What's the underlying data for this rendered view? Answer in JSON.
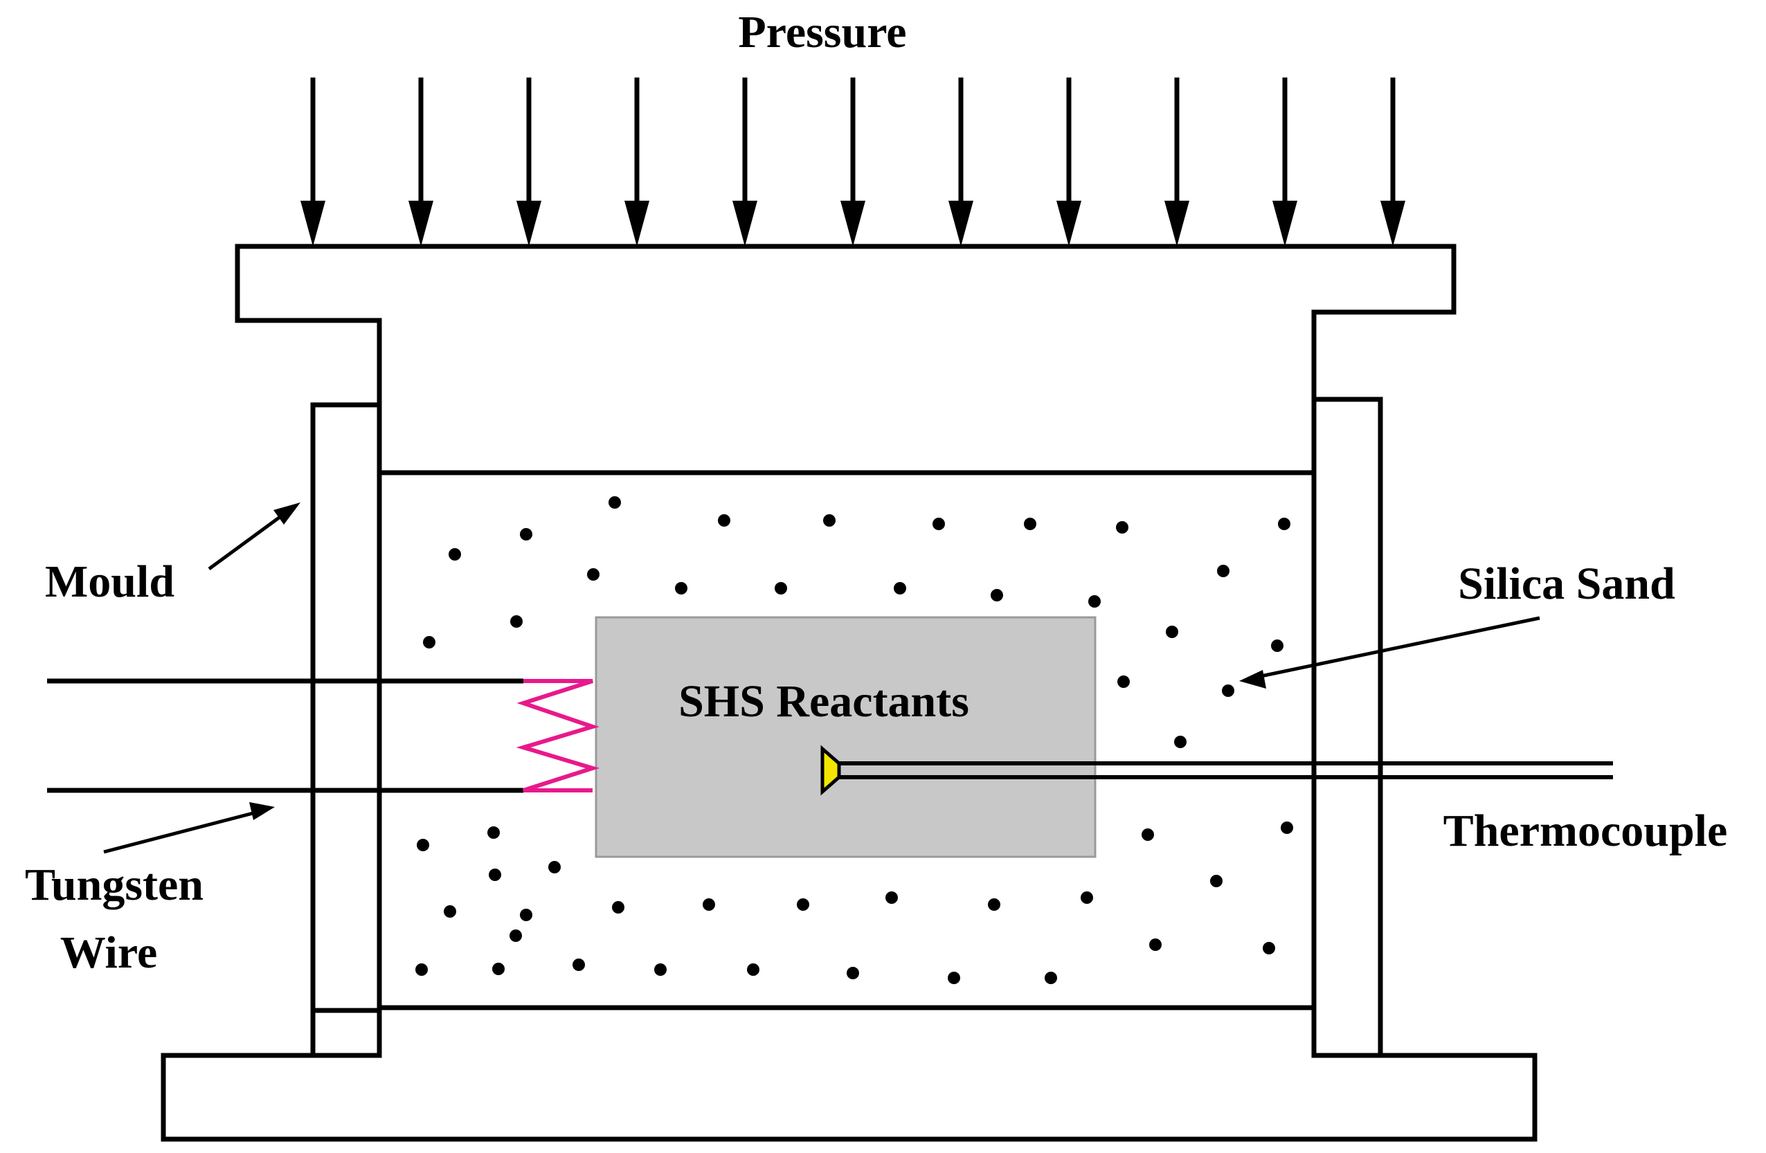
{
  "labels": {
    "pressure": "Pressure",
    "mould": "Mould",
    "tungsten_line1": "Tungsten",
    "tungsten_line2": "Wire",
    "silica_sand": "Silica Sand",
    "reactants": "SHS Reactants",
    "thermocouple": "Thermocouple"
  },
  "colors": {
    "reactant_text": "#0a14e6",
    "coil": "#e8198b",
    "reactant_fill": "#c8c8c8",
    "thermocouple_tip": "#f2e600"
  },
  "pressure_arrow_count": 11
}
